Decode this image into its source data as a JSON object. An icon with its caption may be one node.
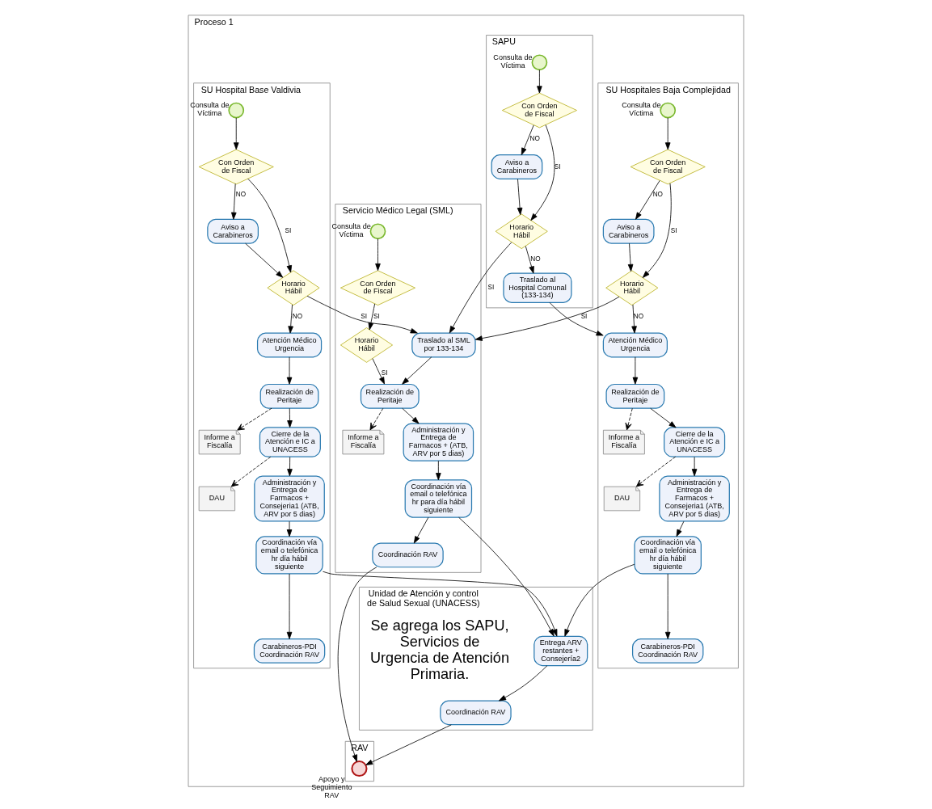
{
  "diagram": {
    "nodes": [
      {
        "text": [
          "Proceso 1"
        ]
      },
      {
        "text": [
          "SAPU"
        ],
        "in": 0
      },
      {
        "text": [
          "Consulta de Víctima"
        ],
        "in": 1
      },
      {
        "text": [
          "Con Orden de Fiscal"
        ],
        "in": 1
      },
      {
        "text": [
          "Aviso a Carabineros"
        ],
        "in": 1
      },
      {
        "text": [
          "Horario Hábil"
        ],
        "in": 1
      },
      {
        "text": [
          "Traslado al Hospital Comunal (133-134)"
        ],
        "in": 1
      },
      {
        "text": [
          "SU Hospitales Baja Complejidad"
        ],
        "in": 0
      },
      {
        "text": [
          "Consulta de Víctima"
        ],
        "in": 7
      },
      {
        "text": [
          "Con Orden de Fiscal"
        ],
        "in": 7
      },
      {
        "text": [
          "Aviso a Carabineros"
        ],
        "in": 7
      },
      {
        "text": [
          "Horario Hábil"
        ],
        "in": 7
      },
      {
        "text": [
          "Atención Médico Urgencia"
        ],
        "in": 7
      },
      {
        "text": [
          "Realización de Peritaje"
        ],
        "in": 7
      },
      {
        "text": [
          "Informe a Fiscalía"
        ],
        "in": 7
      },
      {
        "text": [
          "Cierre de la Atención e IC a UNACESS"
        ],
        "in": 7
      },
      {
        "text": [
          "DAU"
        ],
        "in": 7
      },
      {
        "text": [
          "Administración y Entrega de Farmacos + Consejeria1 (ATB, ARV por 5 dias)"
        ],
        "in": 7
      },
      {
        "text": [
          "Coordinación vía email o telefónica hr día hábil siguiente"
        ],
        "in": 7
      },
      {
        "text": [
          "Carabineros-PDI Coordinación RAV"
        ],
        "in": 7
      },
      {
        "text": [
          "SU Hospital Base Valdivia"
        ],
        "in": 0
      },
      {
        "text": [
          "Consulta de Víctima"
        ],
        "in": 20
      },
      {
        "text": [
          "Con Orden de Fiscal"
        ],
        "in": 20
      },
      {
        "text": [
          "Aviso a Carabineros"
        ],
        "in": 20
      },
      {
        "text": [
          "Horario Hábil"
        ],
        "in": 20
      },
      {
        "text": [
          "Atención Médico Urgencia"
        ],
        "in": 20
      },
      {
        "text": [
          "Realización de Peritaje"
        ],
        "in": 20
      },
      {
        "text": [
          "Informe a Fiscalía"
        ],
        "in": 20
      },
      {
        "text": [
          "Cierre de la Atención e IC a UNACESS"
        ],
        "in": 20
      },
      {
        "text": [
          "DAU"
        ],
        "in": 20
      },
      {
        "text": [
          "Administración y Entrega de Farmacos + Consejeria1 (ATB, ARV por 5 dias)"
        ],
        "in": 20
      },
      {
        "text": [
          "Coordinación vía email o telefónica hr día hábil siguiente"
        ],
        "in": 20
      },
      {
        "text": [
          "Carabineros-PDI Coordinación RAV"
        ],
        "in": 20
      },
      {
        "text": [
          "Servicio Médico Legal (SML)"
        ],
        "in": 0
      },
      {
        "text": [
          "Traslado al SML por 133-134"
        ],
        "in": 33
      },
      {
        "text": [
          "Consulta de Víctima"
        ],
        "in": 33
      },
      {
        "text": [
          "Con Orden de Fiscal"
        ],
        "in": 33
      },
      {
        "text": [
          "Horario Hábil"
        ],
        "in": 33
      },
      {
        "text": [
          "Realización de Peritaje"
        ],
        "in": 33
      },
      {
        "text": [
          "Informe a Fiscalía"
        ],
        "in": 33
      },
      {
        "text": [
          "Administración y Entrega de Farmacos + (ATB, ARV por 5 dias)"
        ],
        "in": 33
      },
      {
        "text": [
          "Coordinación vía email o telefónica hr para día hábil siguiente"
        ],
        "in": 33
      },
      {
        "text": [
          "Coordinación RAV"
        ],
        "in": 33
      },
      {
        "text": [
          "Unidad de Atención y control de Salud Sexual (UNACESS)"
        ],
        "in": 0
      },
      {
        "text": [
          "Entrega ARV restantes + Consejería2"
        ],
        "in": 43
      },
      {
        "text": [
          "Coordinación RAV"
        ],
        "in": 43
      },
      {
        "text": [
          "RAV"
        ],
        "in": 0
      },
      {
        "text": [
          "Apoyo y Seguimiento RAV"
        ],
        "in": 46
      }
    ],
    "edges": [
      {
        "from": 2,
        "to": 3,
        "arrow": "to"
      },
      {
        "from": 3,
        "to": 5,
        "arrow": "to",
        "label": "SI"
      },
      {
        "from": 3,
        "to": 4,
        "arrow": "to",
        "label": "NO"
      },
      {
        "from": 4,
        "to": 5,
        "arrow": "to"
      },
      {
        "from": 5,
        "to": 6,
        "arrow": "to",
        "label": "NO"
      },
      {
        "from": 5,
        "to": 34,
        "arrow": "to",
        "label": "SI"
      },
      {
        "from": 6,
        "to": 12,
        "arrow": "to"
      },
      {
        "from": 8,
        "to": 9,
        "arrow": "to"
      },
      {
        "from": 9,
        "to": 11,
        "arrow": "to",
        "label": "SI"
      },
      {
        "from": 9,
        "to": 10,
        "arrow": "to",
        "label": "NO"
      },
      {
        "from": 10,
        "to": 11,
        "arrow": "to"
      },
      {
        "from": 11,
        "to": 12,
        "arrow": "to",
        "label": "NO"
      },
      {
        "from": 11,
        "to": 34,
        "arrow": "to",
        "label": "SI"
      },
      {
        "from": 12,
        "to": 13,
        "arrow": "to"
      },
      {
        "from": 13,
        "to": 14,
        "arrow": "to",
        "style": "dashed"
      },
      {
        "from": 13,
        "to": 15,
        "arrow": "to"
      },
      {
        "from": 15,
        "to": 16,
        "arrow": "to",
        "style": "dashed"
      },
      {
        "from": 15,
        "to": 17,
        "arrow": "to"
      },
      {
        "from": 17,
        "to": 18,
        "arrow": "to"
      },
      {
        "from": 18,
        "to": 19,
        "arrow": "to"
      },
      {
        "from": 18,
        "to": 44,
        "arrow": "to"
      },
      {
        "from": 21,
        "to": 22,
        "arrow": "to"
      },
      {
        "from": 22,
        "to": 24,
        "arrow": "to",
        "label": "SI"
      },
      {
        "from": 22,
        "to": 23,
        "arrow": "to",
        "label": "NO"
      },
      {
        "from": 23,
        "to": 24,
        "arrow": "to"
      },
      {
        "from": 24,
        "to": 25,
        "arrow": "to",
        "label": "NO"
      },
      {
        "from": 24,
        "to": 34,
        "arrow": "to",
        "label": "SI"
      },
      {
        "from": 25,
        "to": 26,
        "arrow": "to"
      },
      {
        "from": 26,
        "to": 27,
        "arrow": "to",
        "style": "dashed"
      },
      {
        "from": 26,
        "to": 28,
        "arrow": "to"
      },
      {
        "from": 28,
        "to": 29,
        "arrow": "to",
        "style": "dashed"
      },
      {
        "from": 28,
        "to": 30,
        "arrow": "to"
      },
      {
        "from": 30,
        "to": 31,
        "arrow": "to"
      },
      {
        "from": 31,
        "to": 32,
        "arrow": "to"
      },
      {
        "from": 31,
        "to": 44,
        "arrow": "to"
      },
      {
        "from": 35,
        "to": 36,
        "arrow": "to"
      },
      {
        "from": 36,
        "to": 37,
        "arrow": "to",
        "label": "SI"
      },
      {
        "from": 37,
        "to": 38,
        "arrow": "to",
        "label": "SI"
      },
      {
        "from": 34,
        "to": 38,
        "arrow": "to"
      },
      {
        "from": 38,
        "to": 39,
        "arrow": "to",
        "style": "dashed"
      },
      {
        "from": 38,
        "to": 40,
        "arrow": "to"
      },
      {
        "from": 40,
        "to": 41,
        "arrow": "to"
      },
      {
        "from": 41,
        "to": 42,
        "arrow": "to"
      },
      {
        "from": 41,
        "to": 44,
        "arrow": "to"
      },
      {
        "from": 42,
        "to": 47,
        "arrow": "to"
      },
      {
        "from": 44,
        "to": 45,
        "arrow": "to"
      },
      {
        "from": 45,
        "to": 47,
        "arrow": "to"
      }
    ],
    "labels": [
      "Se agrega los SAPU, Servicios de Urgencia de Atención Primaria."
    ]
  }
}
